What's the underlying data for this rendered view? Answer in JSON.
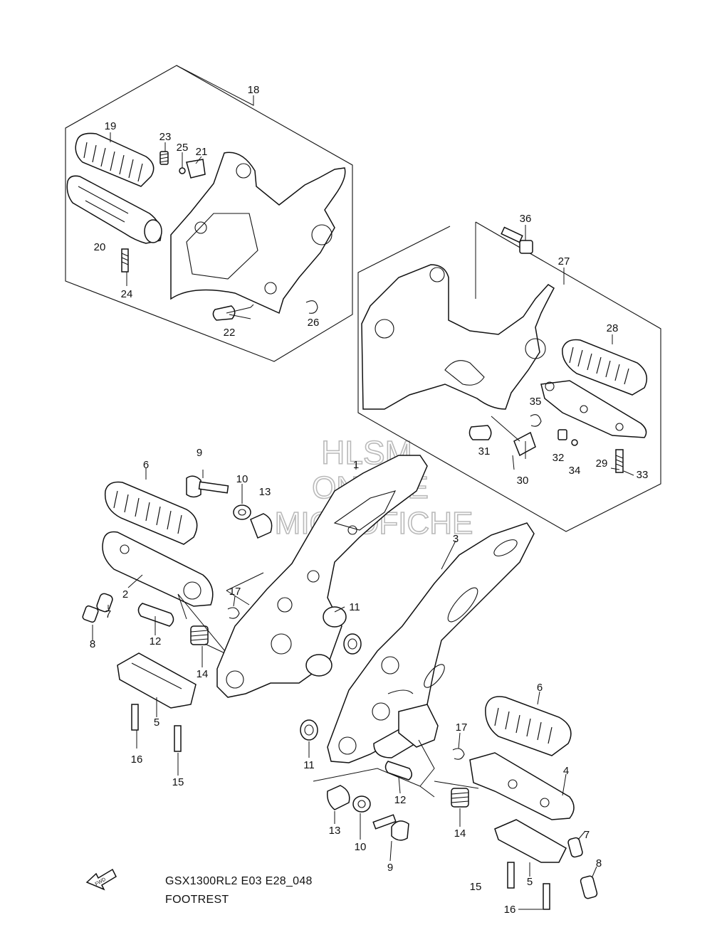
{
  "diagram": {
    "code": "GSX1300RL2 E03 E28_048",
    "title": "FOOTREST",
    "fwd": "FWD",
    "watermark": [
      "HLSM",
      "ONLINE",
      "MICROFICHE"
    ],
    "callouts": {
      "c1": "18",
      "c2": "19",
      "c3": "23",
      "c4": "25",
      "c5": "21",
      "c6": "20",
      "c7": "24",
      "c8": "22",
      "c9": "26",
      "c10": "36",
      "c11": "27",
      "c12": "28",
      "c13": "35",
      "c14": "31",
      "c15": "32",
      "c16": "34",
      "c17": "30",
      "c18": "29",
      "c19": "33",
      "c20": "9",
      "c21": "6",
      "c22": "10",
      "c23": "13",
      "c24": "1",
      "c25": "3",
      "c26": "2",
      "c27": "7",
      "c28": "17",
      "c29": "11",
      "c30": "8",
      "c31": "12",
      "c32": "14",
      "c33": "5",
      "c34": "16",
      "c35": "15",
      "c36": "6",
      "c37": "17",
      "c38": "11",
      "c39": "12",
      "c40": "4",
      "c41": "13",
      "c42": "10",
      "c43": "14",
      "c44": "9",
      "c45": "7",
      "c46": "8",
      "c47": "5",
      "c48": "15",
      "c49": "16"
    }
  }
}
